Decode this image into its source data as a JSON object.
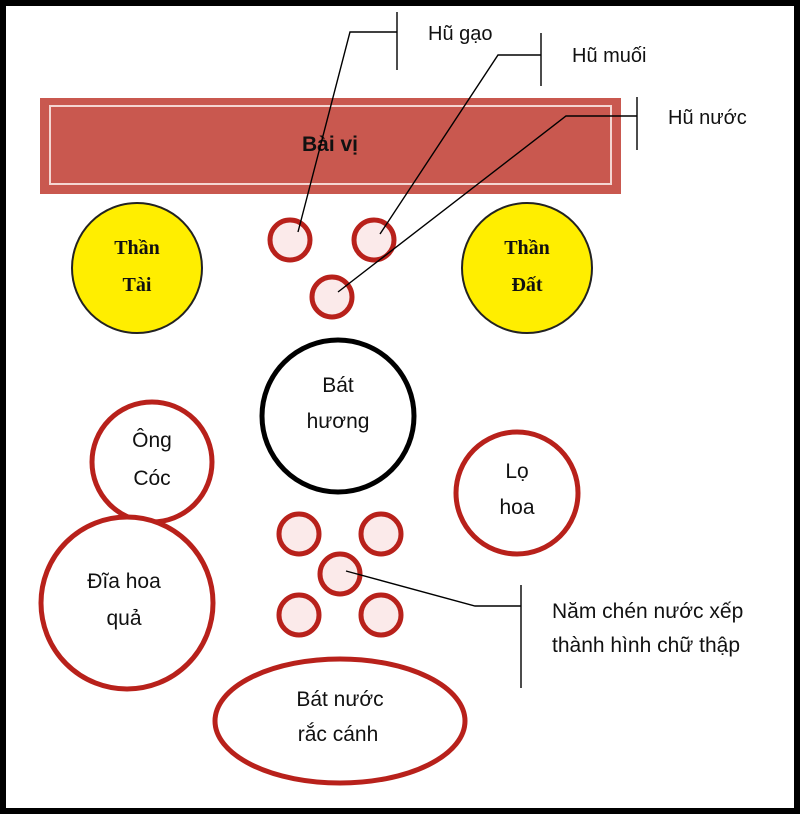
{
  "colors": {
    "frame": "#000000",
    "background": "#ffffff",
    "tablet_fill": "#c9584f",
    "tablet_inner_border": "#f4d6d2",
    "god_fill": "#ffee00",
    "red_outline": "#b8211b",
    "small_fill": "#fbeaea",
    "black": "#000000"
  },
  "diagram": {
    "tablet": {
      "label": "Bài vị"
    },
    "than_tai": {
      "line1": "Thần",
      "line2": "Tài"
    },
    "than_dat": {
      "line1": "Thần",
      "line2": "Đất"
    },
    "bat_huong": {
      "line1": "Bát",
      "line2": "hương"
    },
    "ong_coc": {
      "line1": "Ông",
      "line2": "Cóc"
    },
    "lo_hoa": {
      "line1": "Lọ",
      "line2": "hoa"
    },
    "dia_hoa_qua": {
      "line1": "Đĩa hoa",
      "line2": "quả"
    },
    "bat_nuoc": {
      "line1": "Bát nước",
      "line2": "rắc cánh"
    },
    "callouts": {
      "hu_gao": "Hũ gạo",
      "hu_muoi": "Hũ muối",
      "hu_nuoc": "Hũ nước",
      "nam_chen_line1": "Năm chén nước xếp",
      "nam_chen_line2": "thành hình chữ thập"
    }
  }
}
